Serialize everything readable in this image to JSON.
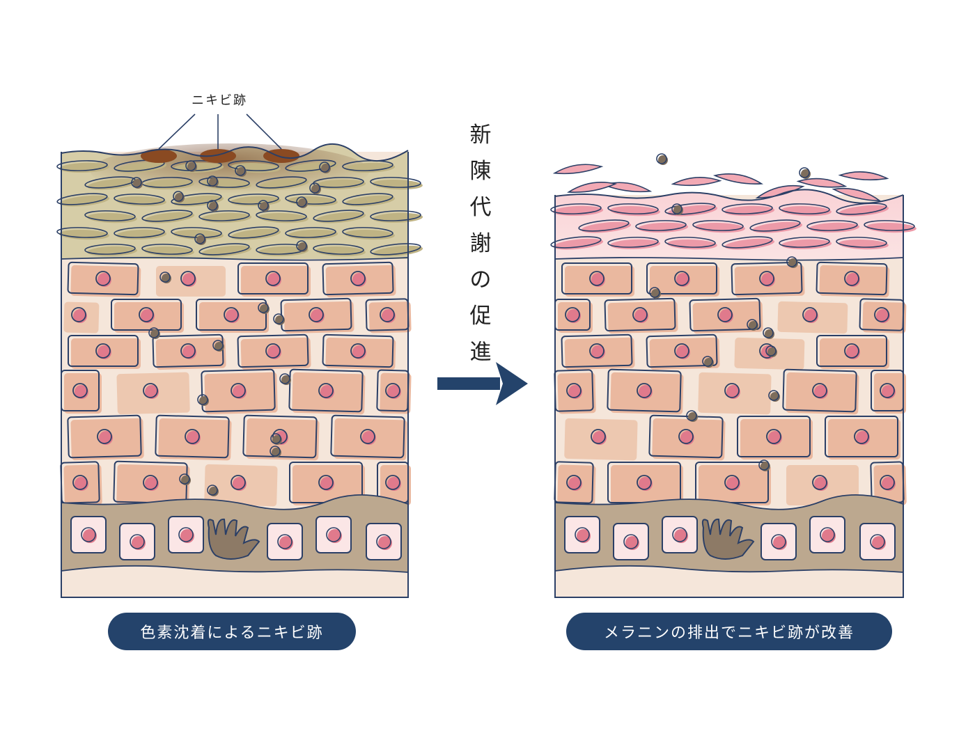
{
  "callout": {
    "label": "ニキビ跡"
  },
  "process": {
    "title_chars": [
      "新",
      "陳",
      "代",
      "謝",
      "の",
      "促",
      "進"
    ]
  },
  "captions": {
    "before": "色素沈着によるニキビ跡",
    "after": "メラニンの排出でニキビ跡が改善"
  },
  "colors": {
    "navy": "#24436b",
    "outline": "#2b3f66",
    "cell_fill": "#eab89f",
    "cell_fill_light": "#edc8b0",
    "nucleus": "#e07a8c",
    "background_skin": "#f5e6da",
    "stratum_before": "#cfc497",
    "stratum_after": "#f8d4d6",
    "melanin": "#7d6d5c",
    "scar": "#8a4a22",
    "basal": "#bca88f"
  },
  "icons": [
    "arrow-right-icon",
    "melanocyte-icon",
    "melanin-granule-icon"
  ]
}
